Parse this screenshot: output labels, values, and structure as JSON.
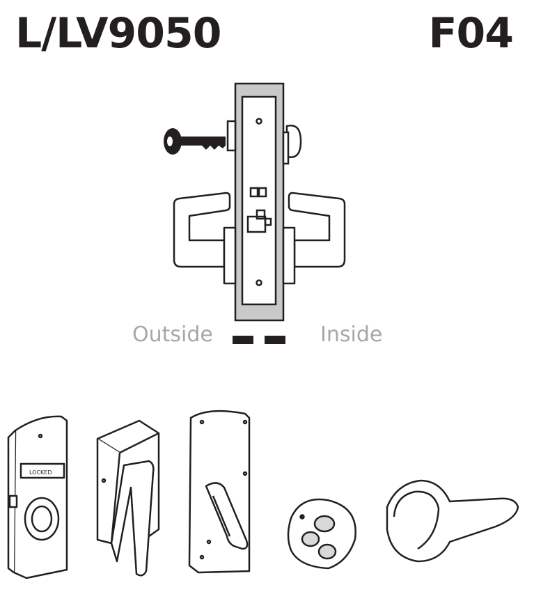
{
  "header": {
    "model": "L/LV9050",
    "function_code": "F04"
  },
  "diagram": {
    "outside_label": "Outside",
    "inside_label": "Inside"
  },
  "escutcheon_badge": "LOCKED"
}
